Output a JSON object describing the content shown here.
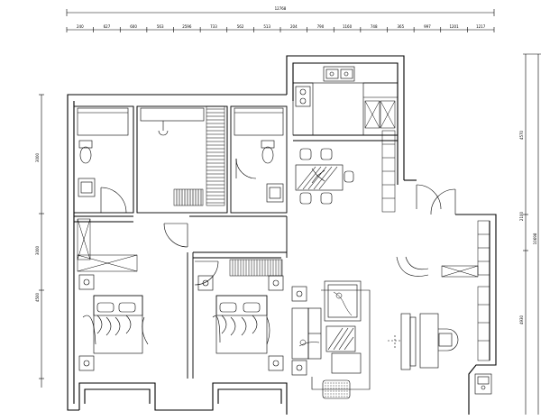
{
  "drawing": {
    "overall_dimension": "12768",
    "top_segments": [
      "240",
      "627",
      "600",
      "563",
      "2596",
      "733",
      "562",
      "513",
      "204",
      "790",
      "1160",
      "748",
      "365",
      "997",
      "1201",
      "1217"
    ],
    "left_segments": [
      "3000",
      "3000",
      "4500"
    ],
    "right_segments": [
      "4570",
      "2100",
      "10698",
      "4930"
    ]
  }
}
